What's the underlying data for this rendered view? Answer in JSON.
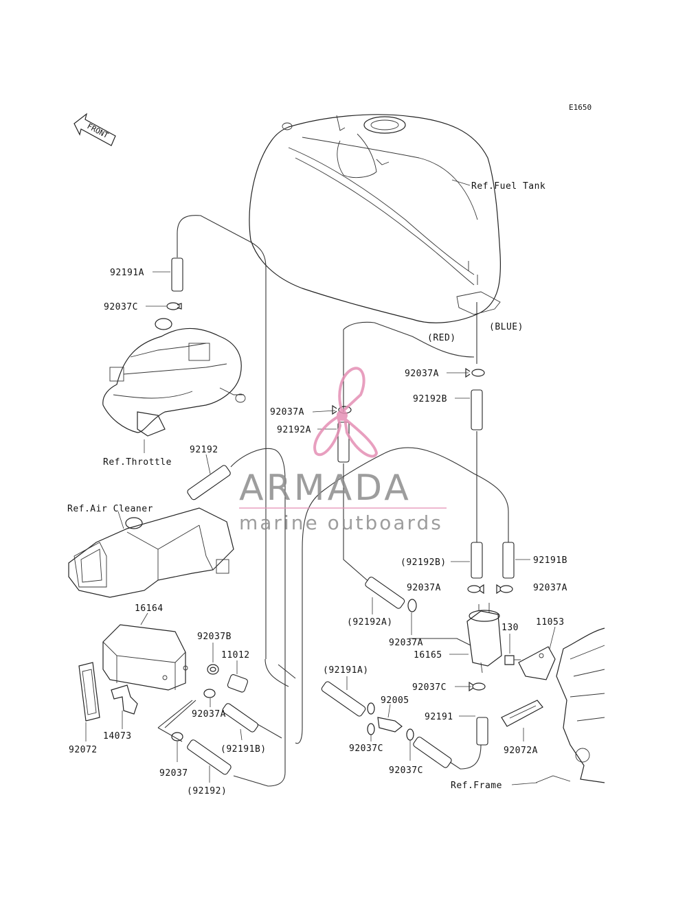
{
  "diagram": {
    "code": "E1650",
    "front_arrow": "FRONT",
    "labels": {
      "fuel_tank": "Ref.Fuel Tank",
      "red": "(RED)",
      "blue": "(BLUE)",
      "throttle": "Ref.Throttle",
      "air_cleaner": "Ref.Air Cleaner",
      "frame": "Ref.Frame",
      "p92191A": "92191A",
      "p92037C_top": "92037C",
      "p92037A_r1": "92037A",
      "p92192B": "92192B",
      "p92037A_c": "92037A",
      "p92192A": "92192A",
      "p92192_top": "92192",
      "p92192B_paren": "(92192B)",
      "p92191B": "92191B",
      "p92037A_l": "92037A",
      "p92037A_r2": "92037A",
      "p92192A_paren": "(92192A)",
      "p92037A_low": "92037A",
      "p16165": "16165",
      "p130": "130",
      "p11053": "11053",
      "p16164": "16164",
      "p92037B": "92037B",
      "p11012": "11012",
      "p92191A_paren": "(92191A)",
      "p92037C_r": "92037C",
      "p92005": "92005",
      "p92191": "92191",
      "p92037A_bl": "92037A",
      "p92191B_paren": "(92191B)",
      "p92037C_b1": "92037C",
      "p92037C_b2": "92037C",
      "p92072A": "92072A",
      "p14073": "14073",
      "p92072": "92072",
      "p92037": "92037",
      "p92192_paren": "(92192)"
    }
  },
  "watermark": {
    "title": "ARMADA",
    "subtitle": "marine outboards",
    "accent_color": "#e58fb4"
  }
}
